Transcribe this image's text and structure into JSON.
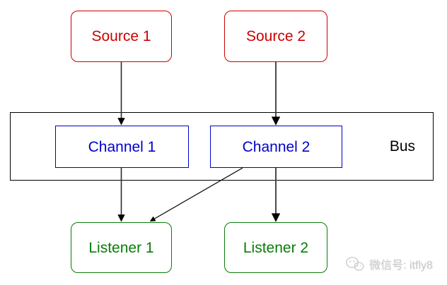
{
  "diagram": {
    "nodes": {
      "source1": {
        "label": "Source 1",
        "color": "#cc0000",
        "shape": "rounded-rect"
      },
      "source2": {
        "label": "Source 2",
        "color": "#cc0000",
        "shape": "rounded-rect"
      },
      "channel1": {
        "label": "Channel 1",
        "color": "#0000cc",
        "shape": "rect"
      },
      "channel2": {
        "label": "Channel 2",
        "color": "#0000cc",
        "shape": "rect"
      },
      "bus": {
        "label": "Bus",
        "color": "#000000",
        "shape": "container-rect"
      },
      "listener1": {
        "label": "Listener 1",
        "color": "#087c08",
        "shape": "rounded-rect"
      },
      "listener2": {
        "label": "Listener 2",
        "color": "#087c08",
        "shape": "rounded-rect"
      }
    },
    "edges": [
      {
        "from": "Source 1",
        "to": "Channel 1",
        "style": "arrow"
      },
      {
        "from": "Source 2",
        "to": "Channel 2",
        "style": "arrow"
      },
      {
        "from": "Channel 1",
        "to": "Listener 1",
        "style": "arrow"
      },
      {
        "from": "Channel 2",
        "to": "Listener 1",
        "style": "arrow"
      },
      {
        "from": "Channel 2",
        "to": "Listener 2",
        "style": "arrow"
      }
    ],
    "colors": {
      "background": "#ffffff",
      "arrow": "#000000",
      "watermark": "#c8c8c8"
    }
  },
  "watermark": {
    "text": "微信号: itfly8",
    "icon": "wechat-icon"
  }
}
